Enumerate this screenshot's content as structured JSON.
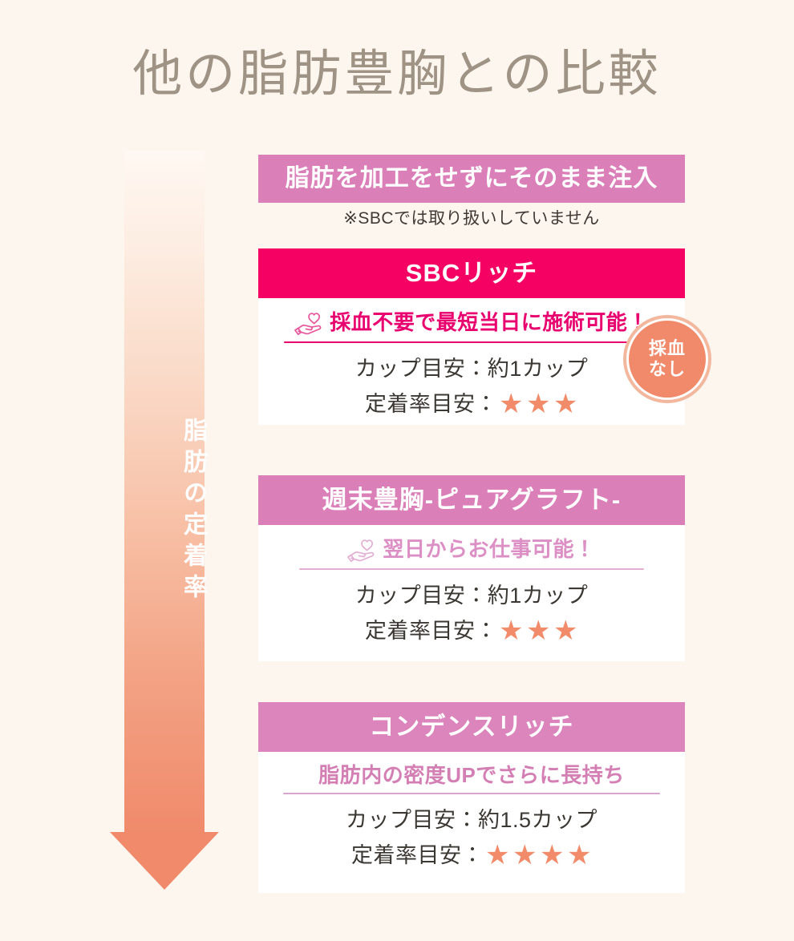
{
  "page": {
    "title": "他の脂肪豊胸との比較",
    "background_color": "#FDF6EE",
    "title_color": "#9E9384"
  },
  "arrow": {
    "label": "脂肪の定着率",
    "direction": "down",
    "gradient_from": "#FFF8F2",
    "gradient_to": "#F08A6B"
  },
  "plain_method": {
    "banner_label": "脂肪を加工をせずにそのまま注入",
    "banner_color": "#DB7FB8",
    "note": "※SBCでは取り扱いしていません"
  },
  "spec_labels": {
    "cup": "カップ目安：",
    "retention": "定着率目安："
  },
  "methods": [
    {
      "name": "SBCリッチ",
      "header_color": "#F50063",
      "headline": "採血不要で最短当日に施術可能！",
      "headline_color": "#E8006E",
      "has_heart_icon": true,
      "cup_value": "約1カップ",
      "retention_stars": 3,
      "star_color": "#F28B6A",
      "badge": {
        "line1": "採血",
        "line2": "なし",
        "color": "#F08A6B"
      }
    },
    {
      "name": "週末豊胸-ピュアグラフト-",
      "header_color": "#DB7FB8",
      "headline": "翌日からお仕事可能！",
      "headline_color": "#DC8FC4",
      "has_heart_icon": true,
      "cup_value": "約1カップ",
      "retention_stars": 3,
      "star_color": "#F28B6A",
      "badge": null
    },
    {
      "name": "コンデンスリッチ",
      "header_color": "#DB85BC",
      "headline": "脂肪内の密度UPでさらに長持ち",
      "headline_color": "#D47FB4",
      "has_heart_icon": false,
      "cup_value": "約1.5カップ",
      "retention_stars": 4,
      "star_color": "#F28B6A",
      "badge": null
    }
  ],
  "star_glyph": "★"
}
